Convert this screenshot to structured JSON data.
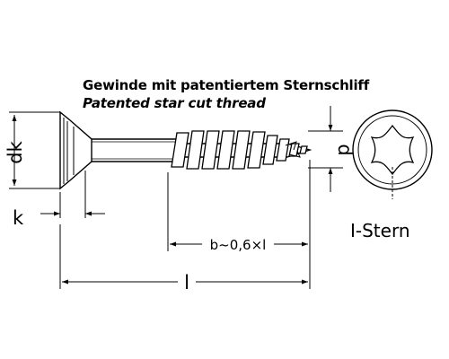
{
  "title": {
    "german": "Gewinde mit patentiertem Sternschliff",
    "english": "Patented star cut thread"
  },
  "dimensions": {
    "head_diameter": "dk",
    "head_height": "k",
    "thread_diameter": "d",
    "thread_length": "b~0,6×l",
    "total_length": "l"
  },
  "drive": {
    "label": "I-Stern"
  },
  "colors": {
    "line": "#000000",
    "background": "#ffffff"
  }
}
